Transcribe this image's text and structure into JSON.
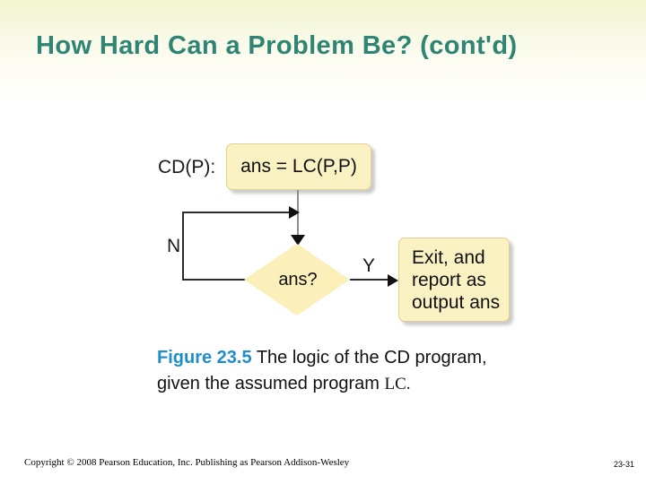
{
  "slide": {
    "title": "How Hard Can a Problem Be? (cont'd)",
    "title_color": "#2f8473",
    "background_top_color": "#f2f4ce",
    "background_bottom_color": "#ffffff"
  },
  "figure": {
    "process_label": "CD(P):",
    "assignment_box": "ans = LC(P,P)",
    "decision": "ans?",
    "branch_no": "N",
    "branch_yes": "Y",
    "exit_box_lines": [
      "Exit, and",
      "report as",
      "output ans"
    ],
    "shape_fill_color": "#fbf2c4",
    "shape_border_color": "#e3d08a"
  },
  "caption": {
    "figure_number": "Figure 23.5",
    "figure_number_color": "#1e8ec9",
    "text_before_lc": "The logic of the CD program, given the assumed program",
    "lc_text": "LC."
  },
  "footer": {
    "copyright": "Copyright © 2008 Pearson Education, Inc. Publishing as Pearson Addison-Wesley",
    "slide_number": "23-31"
  }
}
